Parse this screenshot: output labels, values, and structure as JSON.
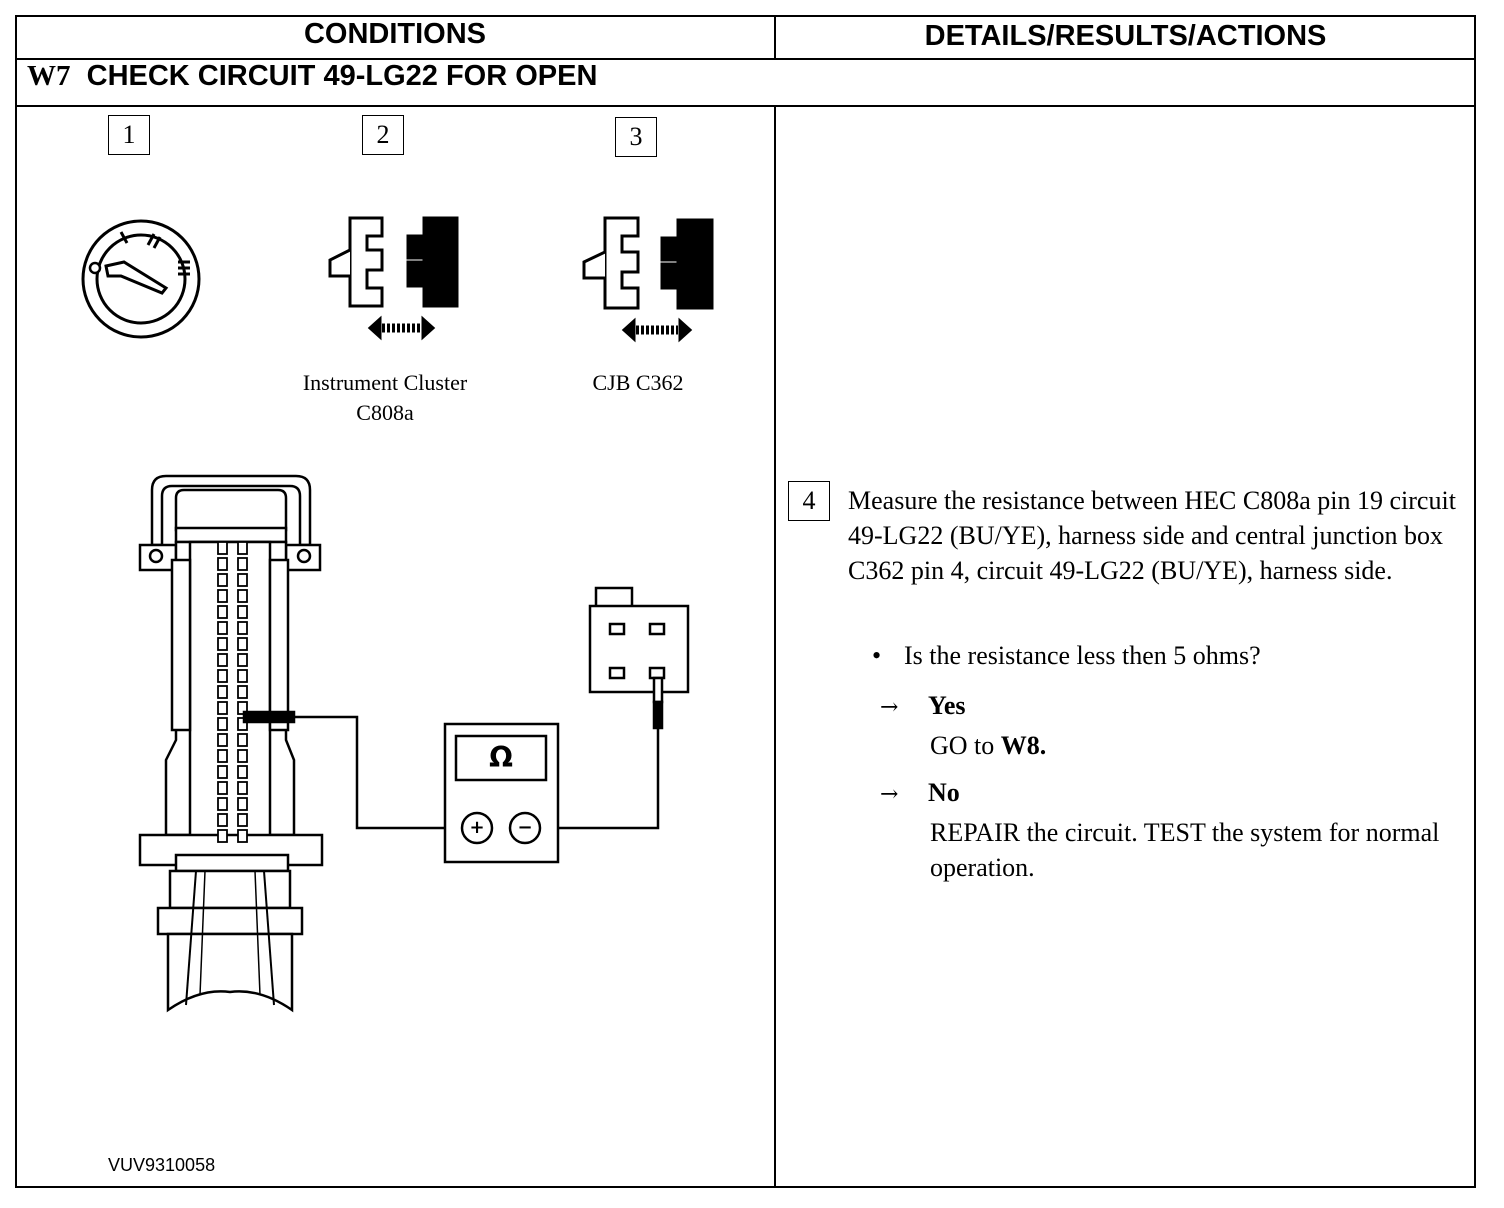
{
  "header": {
    "conditions": "CONDITIONS",
    "details": "DETAILS/RESULTS/ACTIONS"
  },
  "test": {
    "code": "W7",
    "title": "CHECK CIRCUIT 49-LG22 FOR OPEN"
  },
  "steps": [
    {
      "number": "1"
    },
    {
      "number": "2",
      "caption_line1": "Instrument Cluster",
      "caption_line2": "C808a"
    },
    {
      "number": "3",
      "caption_line1": "CJB C362"
    }
  ],
  "meter": {
    "symbol": "Ω",
    "plus": "+",
    "minus": "−"
  },
  "figure_id": "VUV9310058",
  "step4": {
    "number": "4",
    "text": "Measure the resistance between HEC C808a pin 19 circuit 49-LG22 (BU/YE), harness side and central junction box C362 pin 4, circuit 49-LG22 (BU/YE), harness side.",
    "question": "Is the resistance less then 5 ohms?",
    "yes_label": "Yes",
    "yes_action_prefix": "GO to ",
    "yes_action_target": "W8.",
    "no_label": "No",
    "no_action": "REPAIR the circuit. TEST the system for normal operation."
  }
}
